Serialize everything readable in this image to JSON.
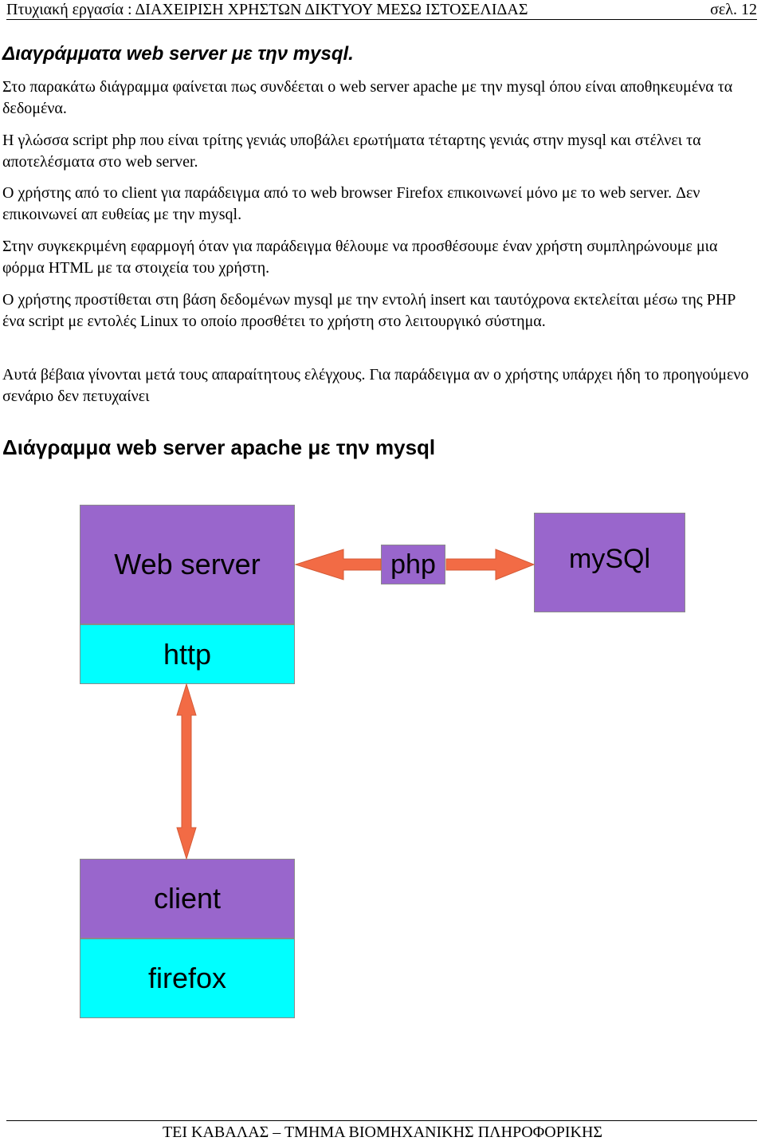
{
  "header": {
    "title": "Πτυχιακή εργασία : ΔΙΑΧΕΙΡΙΣΗ ΧΡΗΣΤΩΝ ΔΙΚΤΥΟΥ ΜΕΣΩ ΙΣΤΟΣΕΛΙΔΑΣ",
    "page": "σελ. 12"
  },
  "section_title": "Διαγράμματα web server με την mysql.",
  "paragraphs": [
    "Στο παρακάτω διάγραμμα φαίνεται πως συνδέεται ο web server apache με την mysql όπου είναι αποθηκευμένα τα δεδομένα.",
    "Η γλώσσα script php που είναι τρίτης γενιάς υποβάλει ερωτήματα τέταρτης γενιάς στην mysql και στέλνει τα αποτελέσματα στο web server.",
    "Ο χρήστης από το client για παράδειγμα από το web browser Firefox επικοινωνεί μόνο με το web server. Δεν επικοινωνεί απ ευθείας με την mysql.",
    "Στην συγκεκριμένη εφαρμογή όταν για παράδειγμα θέλουμε να προσθέσουμε έναν χρήστη συμπληρώνουμε  μια φόρμα HTML με τα στοιχεία του χρήστη.",
    "Ο χρήστης προστίθεται στη βάση δεδομένων mysql με την εντολή  insert και ταυτόχρονα εκτελείται μέσω της PHP ένα script με εντολές Linux το οποίο προσθέτει το χρήστη στο λειτουργικό σύστημα.",
    "Αυτά βέβαια γίνονται μετά τους απαραίτητους ελέγχους. Για παράδειγμα αν ο χρήστης υπάρχει ήδη το προηγούμενο σενάριο δεν πετυχαίνει"
  ],
  "diagram": {
    "title": "Διάγραμμα web server apache με την mysql",
    "web_server": "Web server",
    "http": "http",
    "php": "php",
    "mysql": "mySQl",
    "client": "client",
    "firefox": "firefox"
  },
  "colors": {
    "box_purple": "#9966cc",
    "box_cyan": "#00ffff",
    "arrow": "#f26b45"
  },
  "footer": "ΤΕΙ ΚΑΒΑΛΑΣ – ΤΜΗΜΑ ΒΙΟΜΗΧΑΝΙΚΗΣ ΠΛΗΡΟΦΟΡΙΚΗΣ"
}
